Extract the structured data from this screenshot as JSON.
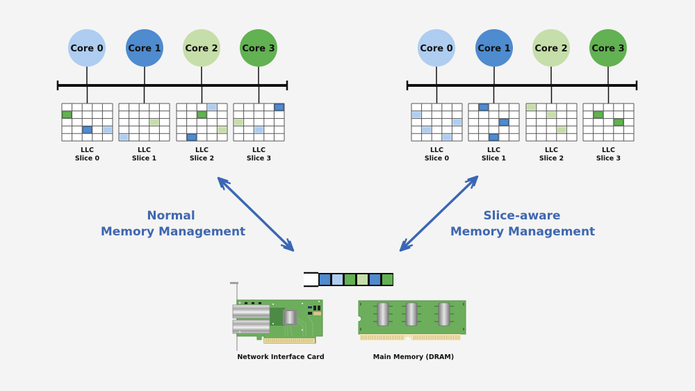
{
  "colors": {
    "background": "#f4f4f4",
    "core0": "#aecdf0",
    "core1": "#4e8bcf",
    "core2": "#c6dea9",
    "core3": "#62b152",
    "text_blue": "#3f67b0",
    "arrow_blue": "#3a66b4"
  },
  "panels": [
    {
      "name": "normal",
      "label_line1": "Normal",
      "label_line2": "Memory Management",
      "cores": [
        {
          "label": "Core 0",
          "color": "core0"
        },
        {
          "label": "Core 1",
          "color": "core1"
        },
        {
          "label": "Core 2",
          "color": "core2"
        },
        {
          "label": "Core 3",
          "color": "core3"
        }
      ],
      "slices": [
        {
          "line1": "LLC",
          "line2": "Slice 0",
          "cells": [
            [
              1,
              0,
              "core3"
            ],
            [
              3,
              2,
              "core1"
            ],
            [
              3,
              4,
              "core0"
            ]
          ]
        },
        {
          "line1": "LLC",
          "line2": "Slice 1",
          "cells": [
            [
              2,
              3,
              "core2"
            ],
            [
              4,
              0,
              "core0"
            ]
          ]
        },
        {
          "line1": "LLC",
          "line2": "Slice 2",
          "cells": [
            [
              0,
              3,
              "core0"
            ],
            [
              1,
              2,
              "core3"
            ],
            [
              3,
              4,
              "core2"
            ],
            [
              4,
              1,
              "core1"
            ]
          ]
        },
        {
          "line1": "LLC",
          "line2": "Slice 3",
          "cells": [
            [
              0,
              4,
              "core1"
            ],
            [
              2,
              0,
              "core2"
            ],
            [
              3,
              2,
              "core0"
            ]
          ]
        }
      ]
    },
    {
      "name": "slice-aware",
      "label_line1": "Slice-aware",
      "label_line2": "Memory Management",
      "cores": [
        {
          "label": "Core 0",
          "color": "core0"
        },
        {
          "label": "Core 1",
          "color": "core1"
        },
        {
          "label": "Core 2",
          "color": "core2"
        },
        {
          "label": "Core 3",
          "color": "core3"
        }
      ],
      "slices": [
        {
          "line1": "LLC",
          "line2": "Slice 0",
          "cells": [
            [
              1,
              0,
              "core0"
            ],
            [
              2,
              4,
              "core0"
            ],
            [
              3,
              1,
              "core0"
            ],
            [
              4,
              3,
              "core0"
            ]
          ]
        },
        {
          "line1": "LLC",
          "line2": "Slice 1",
          "cells": [
            [
              0,
              1,
              "core1"
            ],
            [
              2,
              3,
              "core1"
            ],
            [
              4,
              2,
              "core1"
            ]
          ]
        },
        {
          "line1": "LLC",
          "line2": "Slice 2",
          "cells": [
            [
              0,
              0,
              "core2"
            ],
            [
              1,
              2,
              "core2"
            ],
            [
              3,
              3,
              "core2"
            ]
          ]
        },
        {
          "line1": "LLC",
          "line2": "Slice 3",
          "cells": [
            [
              1,
              1,
              "core3"
            ],
            [
              2,
              3,
              "core3"
            ]
          ]
        }
      ]
    }
  ],
  "queue": [
    "core1",
    "core0",
    "core3",
    "core2",
    "core1",
    "core3"
  ],
  "devices": {
    "nic_label": "Network Interface Card",
    "dram_label": "Main Memory (DRAM)"
  }
}
